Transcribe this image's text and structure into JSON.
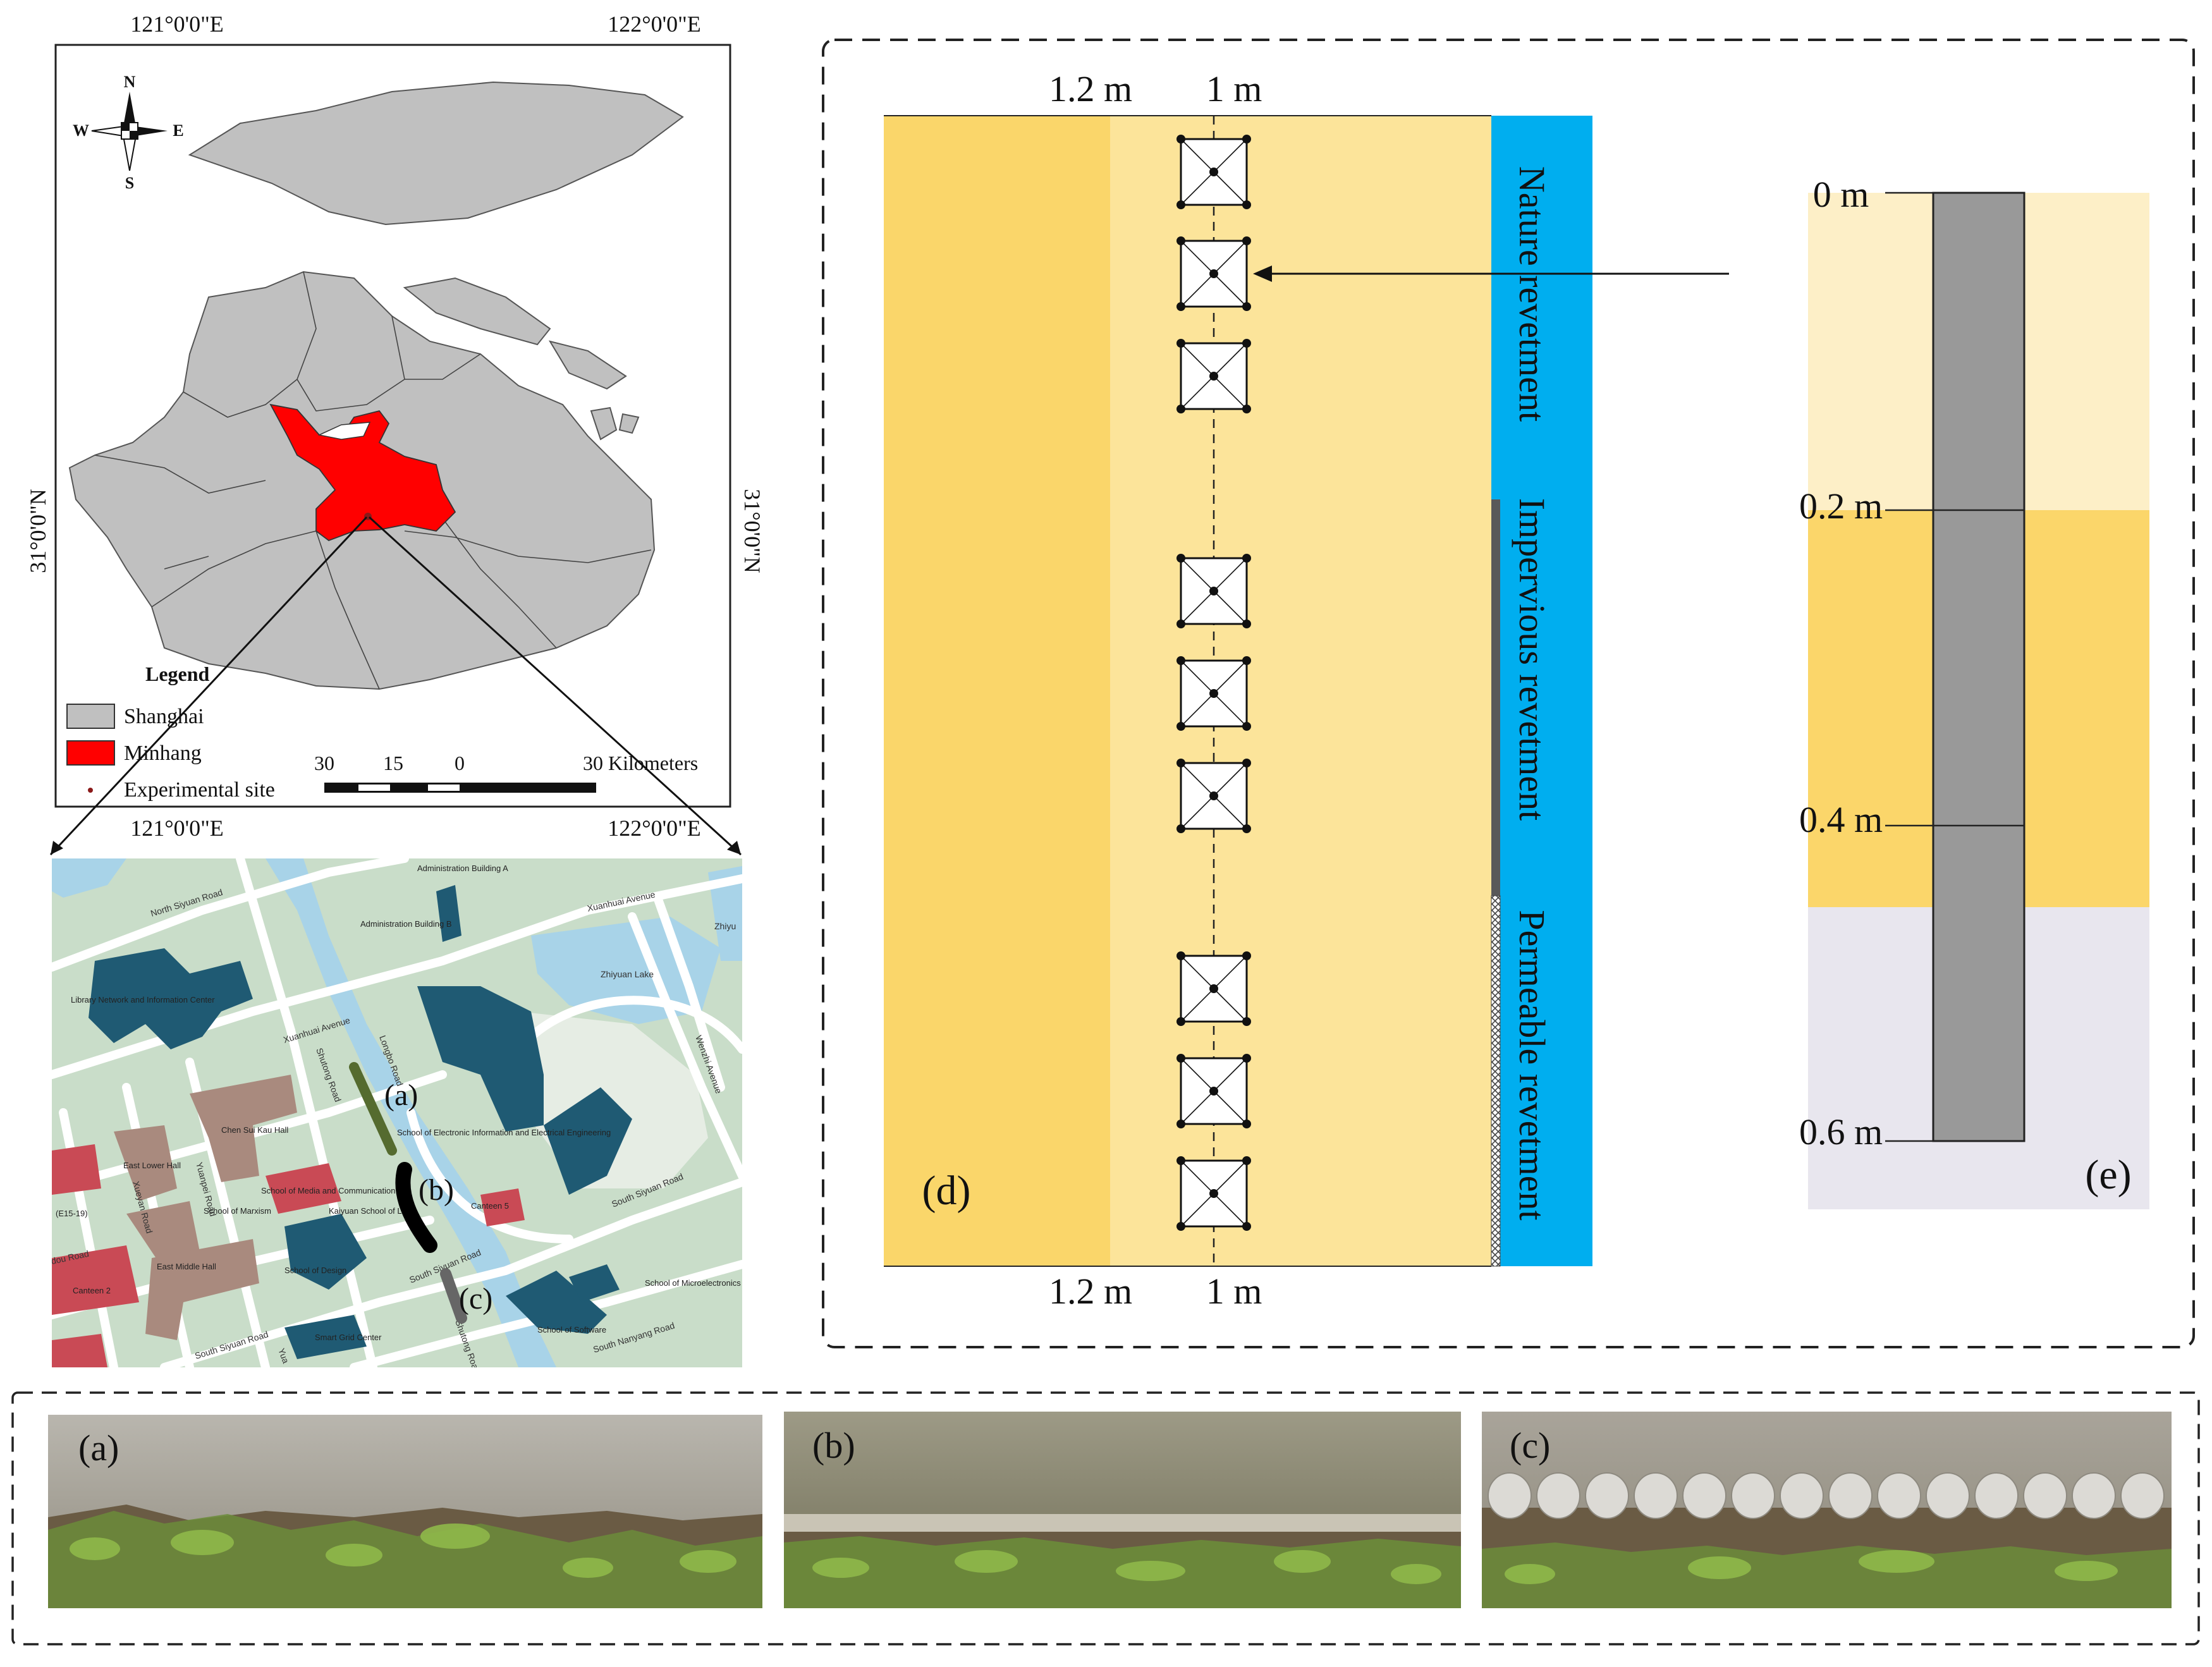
{
  "map": {
    "top_lon_labels": [
      "121°0'0\"E",
      "122°0'0\"E"
    ],
    "bottom_lon_labels": [
      "121°0'0\"E",
      "122°0'0\"E"
    ],
    "left_lat_label": "31°0'0\"N",
    "right_lat_label": "31°0'0\"N",
    "compass": {
      "n": "N",
      "s": "S",
      "e": "E",
      "w": "W"
    },
    "legend_title": "Legend",
    "legend_items": [
      {
        "label": "Shanghai",
        "color": "#c0c0c0",
        "marker": "box"
      },
      {
        "label": "Minhang",
        "color": "#ff0000",
        "marker": "box"
      },
      {
        "label": "Experimental site",
        "color": "#8b1a1a",
        "marker": "dot"
      }
    ],
    "scale_ticks": [
      "30",
      "15",
      "0"
    ],
    "scale_end": "30 Kilometers",
    "colors": {
      "shanghai": "#c0c0c0",
      "minhang": "#ff0000"
    }
  },
  "campus": {
    "roads": [
      "North Siyuan Road",
      "Xuanhuai Avenue",
      "Xuanhuai Avenue",
      "Zhiyuan Lake",
      "Zhiyu",
      "Wenzhi Avenue",
      "Shutong Road",
      "Longbo Road",
      "Yuanpei Road",
      "Xueyan Road",
      "South Siyuan Road",
      "South Siyuan Road",
      "South Siyuan Road",
      "South Nanyang Road",
      "Shutong Road",
      "Yua",
      "dou Road"
    ],
    "buildings": [
      "Administration Building A",
      "Administration Building B",
      "Library Network and Information Center",
      "Chen Sui Kau Hall",
      "East Lower Hall",
      "School of Electronic Information and Electrical Engineering",
      "School of Media and Communication",
      "School of Marxism",
      "Kaiyuan School of Law",
      "Canteen 5",
      "(E15-19)",
      "East Middle Hall",
      "Canteen 2",
      "School of Design",
      "School of Microelectronics",
      "School of Software",
      "Smart Grid Center"
    ],
    "site_labels": [
      "(a)",
      "(b)",
      "(c)"
    ],
    "colors": {
      "land": "#c9ddc9",
      "water": "#a8d3e8",
      "road": "#ffffff",
      "blue_bldg": "#1f5a73",
      "brown_bldg": "#a98a7e",
      "red_bldg": "#c94a55",
      "site_a": "#556b2f",
      "site_b": "#000000",
      "site_c": "#666666"
    }
  },
  "diagram_d": {
    "top_labels": [
      "1.2 m",
      "1 m"
    ],
    "bottom_labels": [
      "1.2 m",
      "1 m"
    ],
    "panel_label": "(d)",
    "revetments": [
      "Nature revetment",
      "Impervious revetment",
      "Permeable revetment"
    ],
    "colors": {
      "outer": "#fad66a",
      "inner": "#fce49a",
      "water": "#00aeef",
      "impervious": "#595959"
    }
  },
  "diagram_e": {
    "depth_labels": [
      "0 m",
      "0.2 m",
      "0.4 m",
      "0.6 m"
    ],
    "panel_label": "(e)",
    "colors": {
      "layer1": "#fdefc7",
      "layer2": "#fbd66a",
      "layer3": "#e8e6ee",
      "column": "#999999"
    }
  },
  "photos": [
    {
      "label": "(a)"
    },
    {
      "label": "(b)"
    },
    {
      "label": "(c)"
    }
  ]
}
